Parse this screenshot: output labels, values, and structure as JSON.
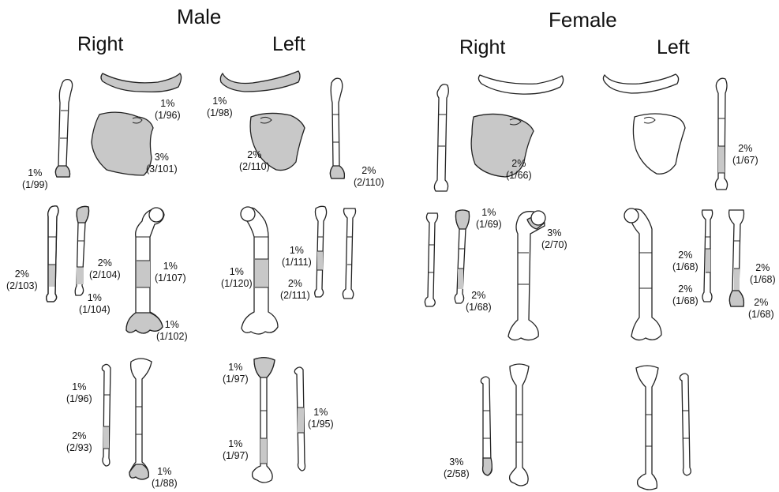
{
  "headers": {
    "male": "Male",
    "female": "Female",
    "male_right": "Right",
    "male_left": "Left",
    "female_right": "Right",
    "female_left": "Left"
  },
  "labels": {
    "m_r_clavicle": [
      "1%",
      "(1/96)"
    ],
    "m_r_scapula": [
      "3%",
      "(3/101)"
    ],
    "m_r_humerus": [
      "1%",
      "(1/99)"
    ],
    "m_l_clavicle": [
      "1%",
      "(1/98)"
    ],
    "m_l_scapula": [
      "2%",
      "(2/110)"
    ],
    "m_l_humerus": [
      "2%",
      "(2/110)"
    ],
    "m_r_fibula": [
      "2%",
      "(2/103)"
    ],
    "m_r_tibia_top": [
      "2%",
      "(2/104)"
    ],
    "m_r_tibia_bot": [
      "1%",
      "(1/104)"
    ],
    "m_r_femur_mid": [
      "1%",
      "(1/107)"
    ],
    "m_r_femur_dist": [
      "1%",
      "(1/102)"
    ],
    "m_l_femur_mid": [
      "1%",
      "(1/120)"
    ],
    "m_l_tibia_top": [
      "1%",
      "(1/111)"
    ],
    "m_l_tibia_bot": [
      "2%",
      "(2/111)"
    ],
    "m_r_ulna_top": [
      "1%",
      "(1/96)"
    ],
    "m_r_ulna_mid": [
      "2%",
      "(2/93)"
    ],
    "m_r_radius_dist": [
      "1%",
      "(1/88)"
    ],
    "m_l_radius_top": [
      "1%",
      "(1/97)"
    ],
    "m_l_radius_dist": [
      "1%",
      "(1/97)"
    ],
    "m_l_ulna_mid": [
      "1%",
      "(1/95)"
    ],
    "f_r_scapula": [
      "2%",
      "(1/66)"
    ],
    "f_l_humerus": [
      "2%",
      "(1/67)"
    ],
    "f_r_tibia_top": [
      "1%",
      "(1/69)"
    ],
    "f_r_femur_prox": [
      "3%",
      "(2/70)"
    ],
    "f_r_tibia_bot": [
      "2%",
      "(1/68)"
    ],
    "f_l_fibula_top": [
      "2%",
      "(1/68)"
    ],
    "f_l_fibula_bot": [
      "2%",
      "(1/68)"
    ],
    "f_l_tibia_mid": [
      "2%",
      "(1/68)"
    ],
    "f_l_tibia_dist": [
      "2%",
      "(1/68)"
    ],
    "f_r_ulna_dist": [
      "3%",
      "(2/58)"
    ]
  },
  "colors": {
    "affected": "#c8c8c8",
    "outline": "#222222",
    "background": "#ffffff"
  }
}
